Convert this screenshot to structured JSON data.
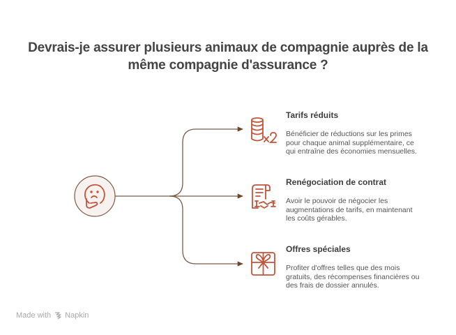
{
  "title": {
    "line1": "Devrais-je assurer plusieurs animaux de compagnie auprès de la",
    "line2": "même compagnie d'assurance ?"
  },
  "colors": {
    "accent": "#c1553b",
    "line": "#7a5a48",
    "center_fill": "#f7f2ef",
    "title_text": "#444444"
  },
  "center": {
    "icon": "thinking-face-icon"
  },
  "branches": [
    {
      "icon": "coins-stack-x2-icon",
      "title": "Tarifs réduits",
      "desc": [
        "Bénéficier de réductions sur les primes",
        "pour chaque animal supplémentaire, ce",
        "qui entraîne des économies mensuelles."
      ]
    },
    {
      "icon": "contract-handshake-icon",
      "title": "Renégociation de contrat",
      "desc": [
        "Avoir le pouvoir de négocier les",
        "augmentations de tarifs, en maintenant",
        "les coûts gérables."
      ]
    },
    {
      "icon": "gift-box-icon",
      "title": "Offres spéciales",
      "desc": [
        "Profiter d'offres telles que des mois",
        "gratuits, des récompenses financières ou",
        "des frais de dossier annulés."
      ]
    }
  ],
  "footer": {
    "made_with": "Made with",
    "brand": "Napkin"
  }
}
